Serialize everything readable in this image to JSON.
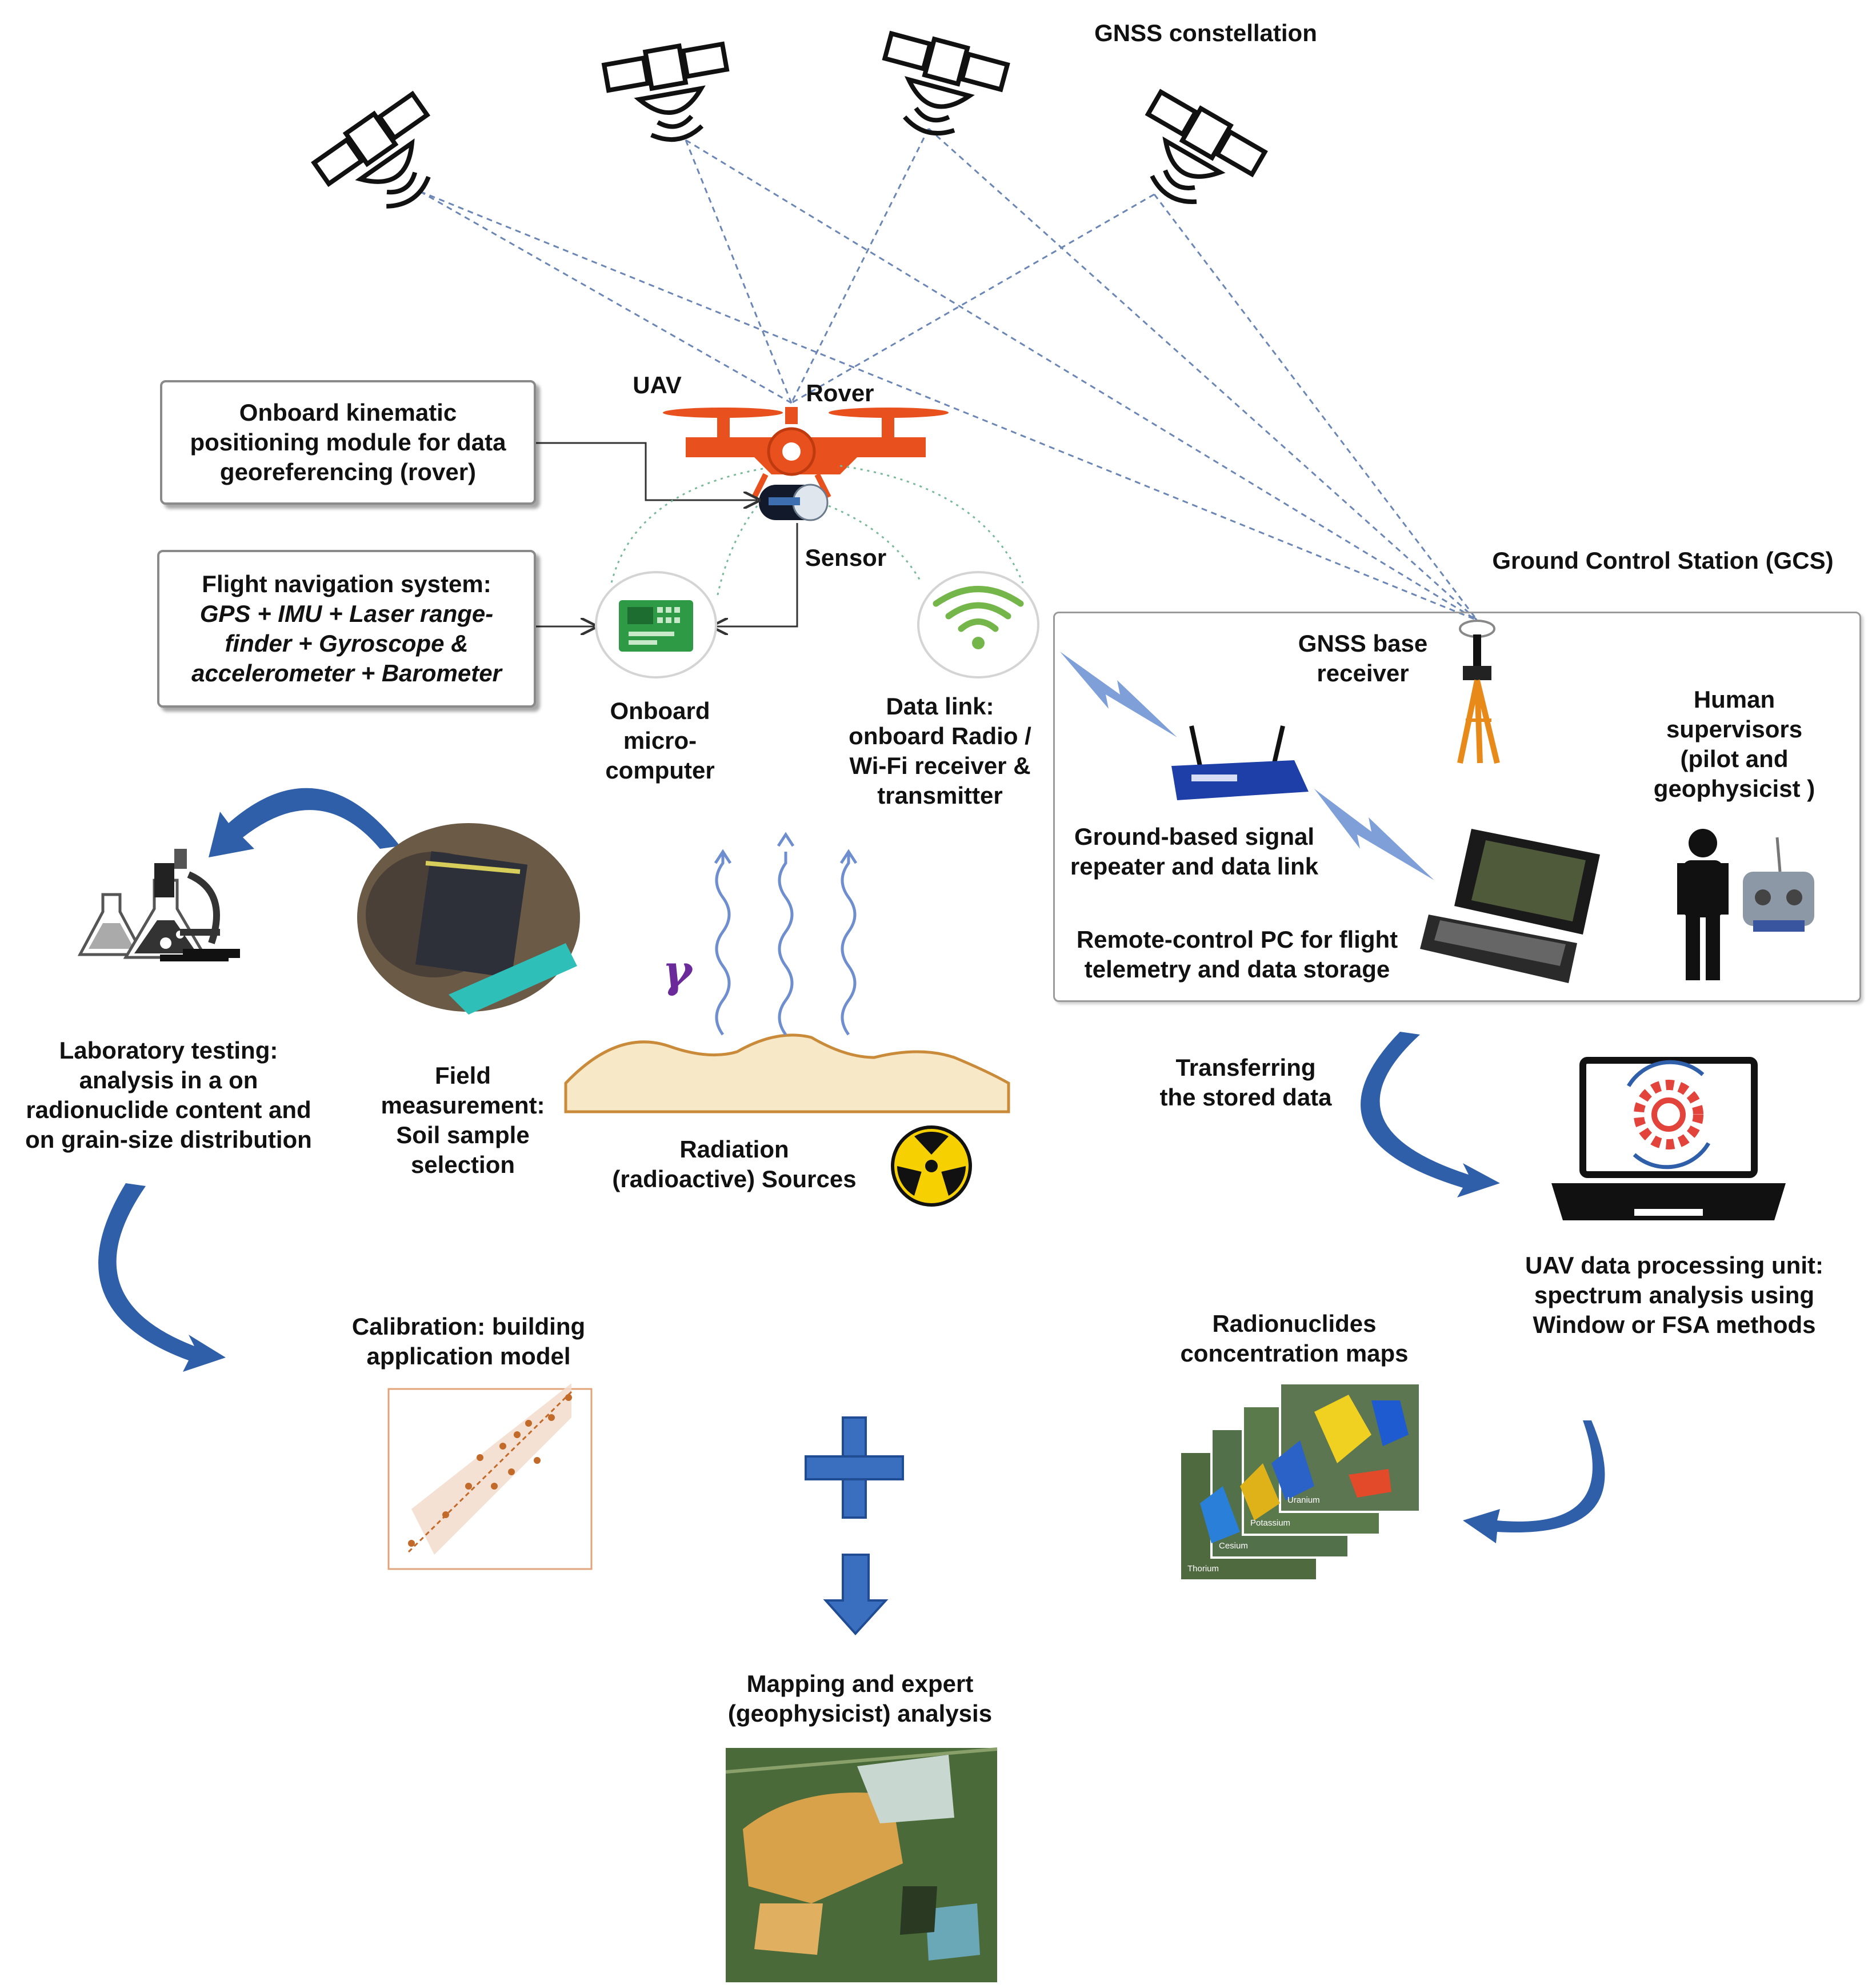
{
  "gnss": {
    "constellation_label": "GNSS constellation",
    "base_receiver_label": "GNSS base\nreceiver"
  },
  "uav": {
    "uav_label": "UAV",
    "rover_label": "Rover",
    "sensor_label": "Sensor"
  },
  "boxes": {
    "positioning": "Onboard kinematic\npositioning module for data\ngeoreferencing (rover)",
    "navigation_title": "Flight navigation system:",
    "navigation_body": "GPS + IMU + Laser range-\nfinder + Gyroscope &\naccelerometer + Barometer"
  },
  "onboard": {
    "microcomputer_label": "Onboard\nmicro-\ncomputer",
    "datalink_label": "Data link:\nonboard Radio /\nWi-Fi receiver &\ntransmitter"
  },
  "gcs": {
    "title": "Ground Control Station (GCS)",
    "repeater_label": "Ground-based signal\nrepeater and data link",
    "pc_label": "Remote-control PC for flight\ntelemetry and data storage",
    "supervisors_label": "Human\nsupervisors\n(pilot and\ngeophysicist )"
  },
  "workflow": {
    "lab_label": "Laboratory testing:\nanalysis in a on\nradionuclide content and\non grain-size distribution",
    "field_label": "Field\nmeasurement:\nSoil sample\nselection",
    "gamma_symbol": "γ",
    "radiation_label": "Radiation\n(radioactive) Sources",
    "transfer_label": "Transferring\nthe stored data",
    "processing_label": "UAV data processing unit:\nspectrum analysis using\nWindow or FSA methods",
    "calibration_label": "Calibration: building\napplication model",
    "concentration_label": "Radionuclides\nconcentration maps",
    "mapping_label": "Mapping and expert\n(geophysicist) analysis"
  },
  "map_layers": [
    "Thorium",
    "Cesium",
    "Potassium",
    "Uranium"
  ],
  "colors": {
    "drone": "#e8501e",
    "arrow_blue": "#2f5fa8",
    "plus_blue": "#3a6fc0",
    "lightning": "#7f9fd8",
    "tripod": "#e88a1a",
    "hill": "#f7e8c8",
    "hill_line": "#c98b3a",
    "radiation_yellow": "#f6d000",
    "gamma_purple": "#6a2a9a",
    "wave_blue": "#6f8ed0",
    "dashed_line": "#6b86b5"
  }
}
